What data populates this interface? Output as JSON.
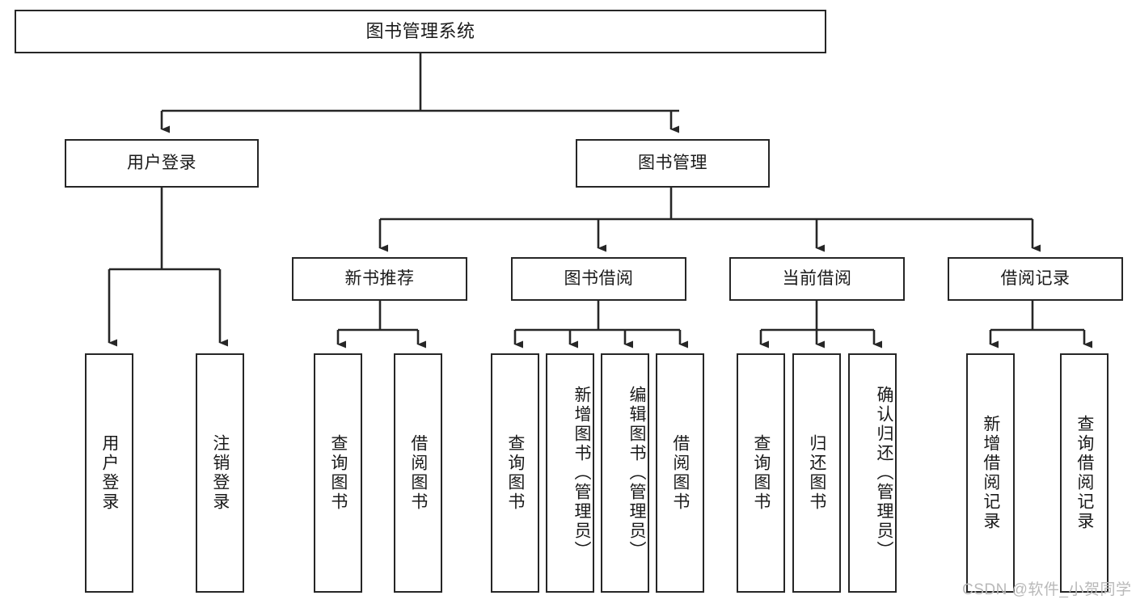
{
  "diagram": {
    "title": "图书管理系统",
    "watermark": "CSDN @软件_小贺同学",
    "stroke_color": "#262626",
    "background_color": "#ffffff",
    "text_color": "#1a1a1a",
    "watermark_color": "#b9b9b9",
    "levels": {
      "root": "图书管理系统",
      "level2": [
        "用户登录",
        "图书管理"
      ],
      "level3": [
        "新书推荐",
        "图书借阅",
        "当前借阅",
        "借阅记录"
      ]
    },
    "nodes": {
      "root": "图书管理系统",
      "user_login": "用户登录",
      "book_manage": "图书管理",
      "new_book_rec": "新书推荐",
      "book_borrow": "图书借阅",
      "current_borrow": "当前借阅",
      "borrow_record": "借阅记录",
      "leaf_user_login": "用户登录",
      "leaf_logout": "注销登录",
      "leaf_query_book_1": "查询图书",
      "leaf_borrow_book_1": "借阅图书",
      "leaf_query_book_2": "查询图书",
      "leaf_add_book": "新增图书（管理员）",
      "leaf_edit_book": "编辑图书（管理员）",
      "leaf_borrow_book_2": "借阅图书",
      "leaf_query_book_3": "查询图书",
      "leaf_return_book": "归还图书",
      "leaf_confirm_return": "确认归还（管理员）",
      "leaf_add_record": "新增借阅记录",
      "leaf_query_record": "查询借阅记录"
    }
  }
}
